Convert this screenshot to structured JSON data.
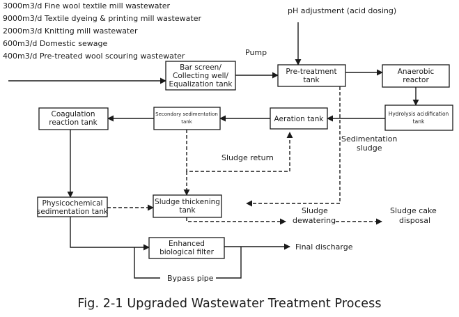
{
  "sources": [
    "3000m3/d Fine wool textile mill wastewater",
    "9000m3/d Textile dyeing & printing mill wastewater",
    "2000m3/d Knitting mill wastewater",
    "600m3/d Domestic sewage",
    "400m3/d Pre-treated wool scouring wastewater"
  ],
  "labels": {
    "ph_adjustment": "pH adjustment (acid dosing)",
    "pump": "Pump",
    "sedimentation_sludge_1": "Sedimentation",
    "sedimentation_sludge_2": "sludge",
    "sludge_return": "Sludge return",
    "sludge_dewatering_1": "Sludge",
    "sludge_dewatering_2": "dewatering",
    "sludge_cake_1": "Sludge cake",
    "sludge_cake_2": "disposal",
    "final_discharge": "Final discharge",
    "bypass_pipe": "Bypass pipe"
  },
  "boxes": {
    "bar_screen": [
      "Bar screen/",
      "Collecting well/",
      "Equalization tank"
    ],
    "pretreatment": [
      "Pre-treatment",
      "tank"
    ],
    "anaerobic": [
      "Anaerobic",
      "reactor"
    ],
    "hydrolysis": [
      "Hydrolysis acidification",
      "tank"
    ],
    "aeration": [
      "Aeration tank"
    ],
    "secondary_sed": [
      "Secondary sedimentation",
      "tank"
    ],
    "coagulation": [
      "Coagulation",
      "reaction tank"
    ],
    "physicochemical": [
      "Physicochemical",
      "sedimentation tank"
    ],
    "sludge_thickening": [
      "Sludge thickening",
      "tank"
    ],
    "biofilter": [
      "Enhanced",
      "biological filter"
    ]
  },
  "caption": "Fig. 2-1 Upgraded Wastewater Treatment Process"
}
